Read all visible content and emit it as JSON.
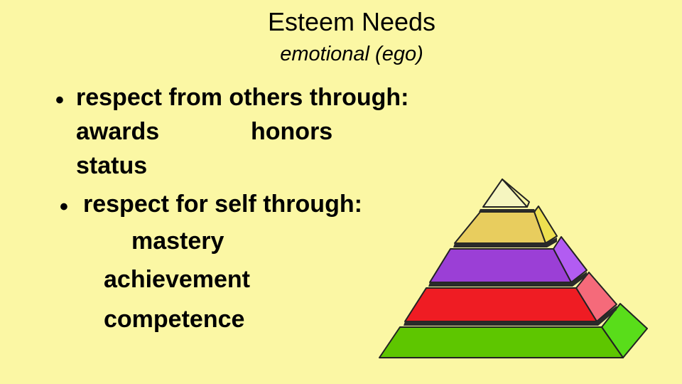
{
  "slide": {
    "title": "Esteem Needs",
    "subtitle": "emotional (ego)",
    "bullets": [
      {
        "marker": "•",
        "text": "respect from others through:",
        "items": [
          "awards",
          "honors",
          "status"
        ]
      },
      {
        "marker": "•",
        "text": "respect for self through:",
        "items": [
          "mastery",
          "achievement",
          "competence"
        ]
      }
    ]
  },
  "pyramid": {
    "levels": [
      {
        "level": 1,
        "face": "#f5f5c0",
        "side": "#fbf7a4"
      },
      {
        "level": 2,
        "face": "#e8cd5e",
        "side": "#eee050"
      },
      {
        "level": 3,
        "face": "#9b3fd6",
        "side": "#b25cf2"
      },
      {
        "level": 4,
        "face": "#ef1c23",
        "side": "#f56a7a"
      },
      {
        "level": 5,
        "face": "#5ec600",
        "side": "#59dd1a"
      }
    ]
  }
}
